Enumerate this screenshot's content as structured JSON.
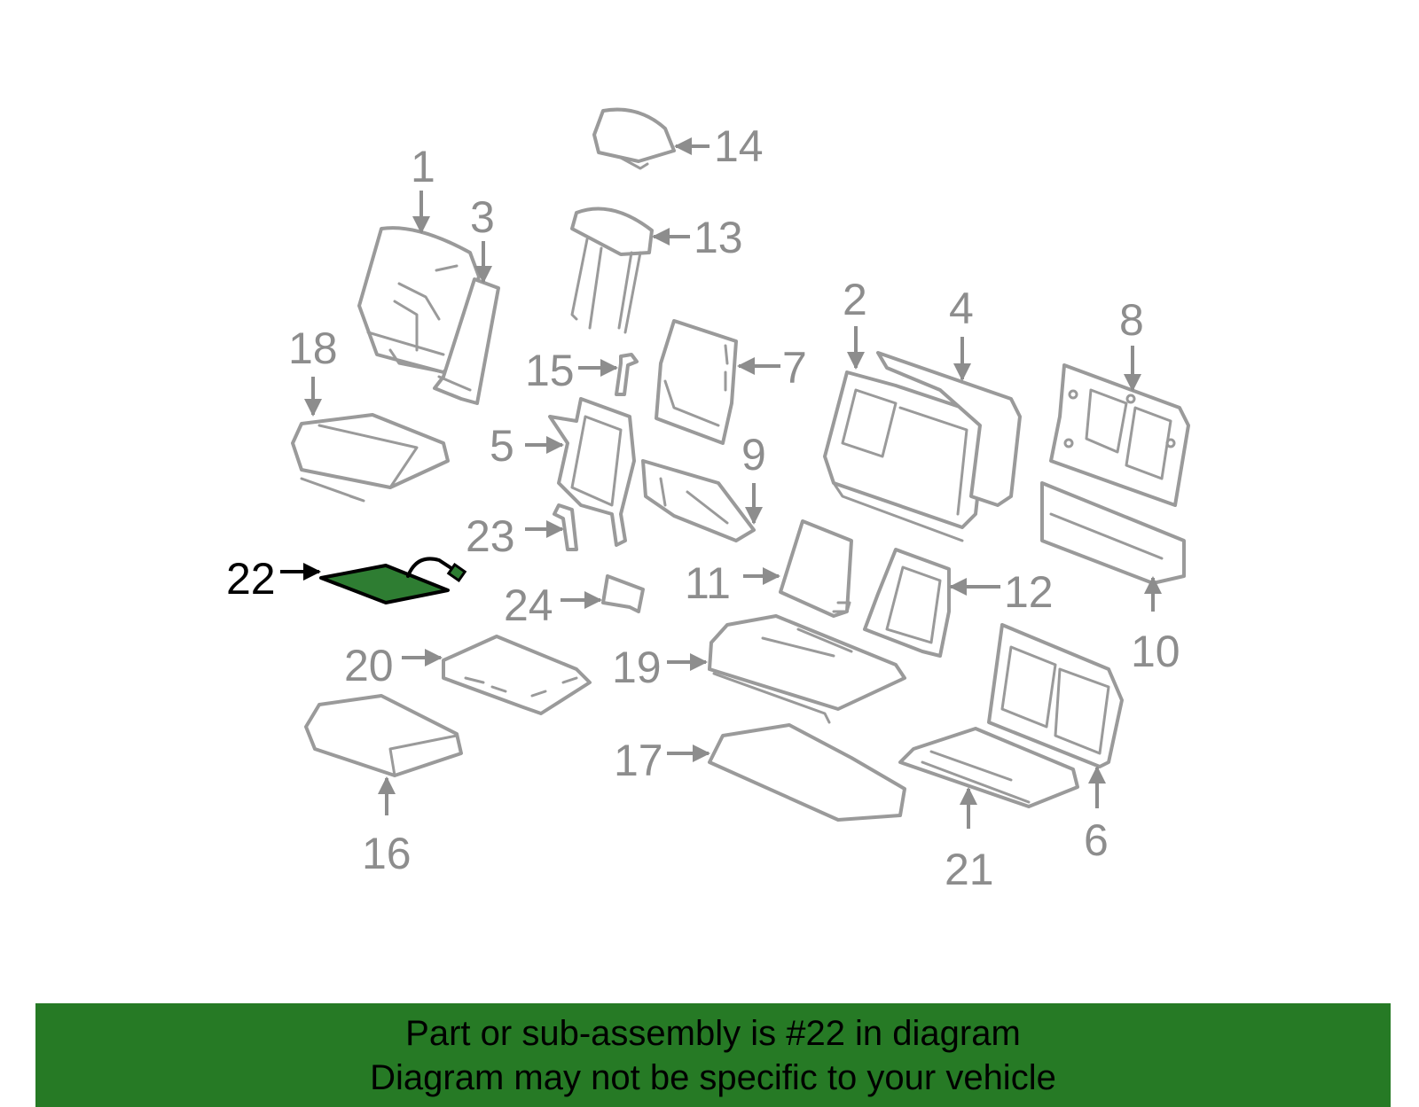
{
  "diagram": {
    "highlighted_part": "22",
    "highlight_color": "#2e7d32",
    "callouts": [
      "1",
      "2",
      "3",
      "4",
      "5",
      "6",
      "7",
      "8",
      "9",
      "10",
      "11",
      "12",
      "13",
      "14",
      "15",
      "16",
      "17",
      "18",
      "19",
      "20",
      "21",
      "22",
      "23",
      "24"
    ]
  },
  "banner": {
    "line1": "Part or sub-assembly is #22 in diagram",
    "line2": "Diagram may not be specific to your vehicle",
    "background_color": "#267a25"
  }
}
